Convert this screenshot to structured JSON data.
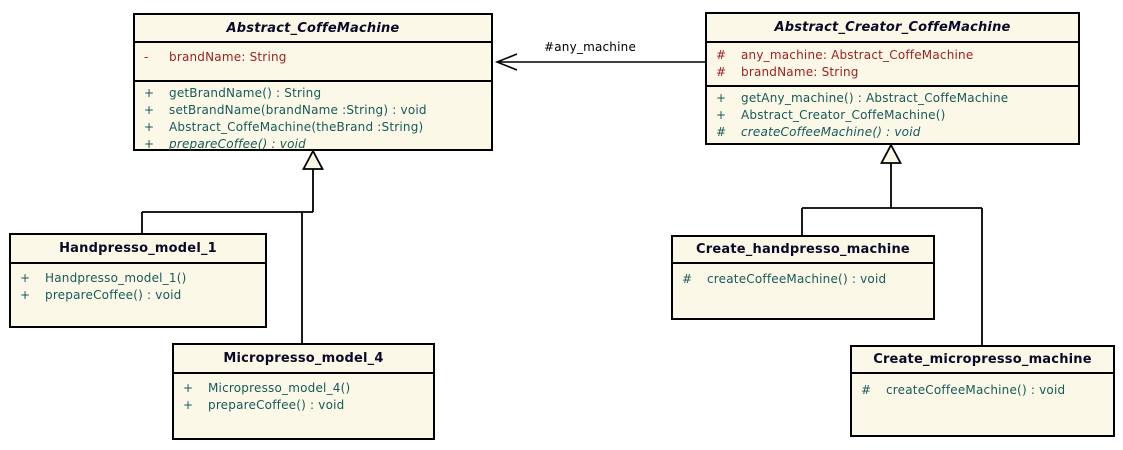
{
  "classes": [
    {
      "name": "Abstract_CoffeMachine",
      "kind": "abstract-class",
      "attributes": [
        {
          "vis": "-",
          "text": "brandName: String"
        }
      ],
      "methods": [
        {
          "vis": "+",
          "text": "getBrandName() : String"
        },
        {
          "vis": "+",
          "text": "setBrandName(brandName :String) : void"
        },
        {
          "vis": "+",
          "text": "Abstract_CoffeMachine(theBrand :String)"
        },
        {
          "vis": "+",
          "text": "prepareCoffee() : void",
          "abstract": true
        }
      ]
    },
    {
      "name": "Abstract_Creator_CoffeMachine",
      "kind": "abstract-class",
      "attributes": [
        {
          "vis": "#",
          "text": "any_machine: Abstract_CoffeMachine"
        },
        {
          "vis": "#",
          "text": "brandName: String"
        }
      ],
      "methods": [
        {
          "vis": "+",
          "text": "getAny_machine() : Abstract_CoffeMachine"
        },
        {
          "vis": "+",
          "text": "Abstract_Creator_CoffeMachine()"
        },
        {
          "vis": "#",
          "text": "createCoffeeMachine() : void",
          "abstract": true
        }
      ]
    },
    {
      "name": "Handpresso_model_1",
      "kind": "class",
      "attributes": [],
      "methods": [
        {
          "vis": "+",
          "text": "Handpresso_model_1()"
        },
        {
          "vis": "+",
          "text": "prepareCoffee() : void"
        }
      ]
    },
    {
      "name": "Micropresso_model_4",
      "kind": "class",
      "attributes": [],
      "methods": [
        {
          "vis": "+",
          "text": "Micropresso_model_4()"
        },
        {
          "vis": "+",
          "text": "prepareCoffee() : void"
        }
      ]
    },
    {
      "name": "Create_handpresso_machine",
      "kind": "class",
      "attributes": [],
      "methods": [
        {
          "vis": "#",
          "text": "createCoffeeMachine() : void"
        }
      ]
    },
    {
      "name": "Create_micropresso_machine",
      "kind": "class",
      "attributes": [],
      "methods": [
        {
          "vis": "#",
          "text": "createCoffeeMachine() : void"
        }
      ]
    }
  ],
  "relations": {
    "association_label": "#any_machine",
    "generalizations": [
      "Handpresso_model_1 -> Abstract_CoffeMachine",
      "Micropresso_model_4 -> Abstract_CoffeMachine",
      "Create_handpresso_machine -> Abstract_Creator_CoffeMachine",
      "Create_micropresso_machine -> Abstract_Creator_CoffeMachine"
    ]
  },
  "colors": {
    "class_fill": "#FCF8E8",
    "border": "#000000",
    "title_text": "#0A0A28",
    "attribute_text": "#992222",
    "method_text": "#165A5A",
    "label_text": "#000000"
  }
}
